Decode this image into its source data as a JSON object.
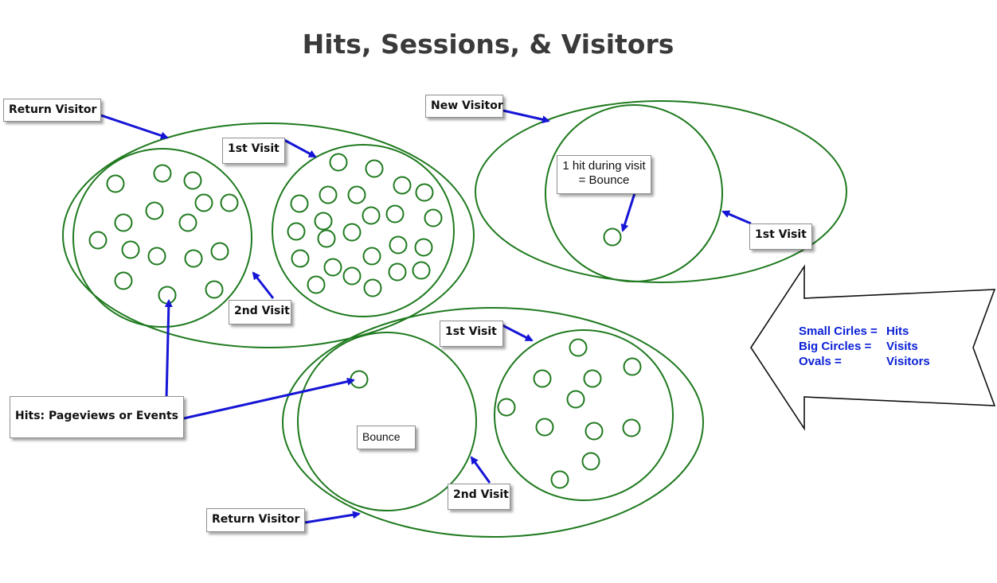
{
  "title": "Hits, Sessions, & Visitors",
  "colors": {
    "outline": "#1f7a1f",
    "arrow": "#1515d6",
    "legend_text": "#0d22d6"
  },
  "labels": {
    "return_visitor_top": "Return Visitor",
    "first_visit_top_left": "1st Visit",
    "second_visit_top_left": "2nd Visit",
    "new_visitor": "New Visitor",
    "bounce_note_line1": "1 hit during visit",
    "bounce_note_line2": "= Bounce",
    "first_visit_new_visitor": "1st Visit",
    "hits_note": "Hits: Pageviews or Events",
    "first_visit_bottom": "1st Visit",
    "bounce_bottom": "Bounce",
    "second_visit_bottom": "2nd Visit",
    "return_visitor_bottom": "Return Visitor"
  },
  "legend": [
    {
      "key": "Small Cirles =",
      "value": "Hits"
    },
    {
      "key": "Big Circles  =",
      "value": "Visits"
    },
    {
      "key": "Ovals          =",
      "value": "Visitors"
    }
  ]
}
